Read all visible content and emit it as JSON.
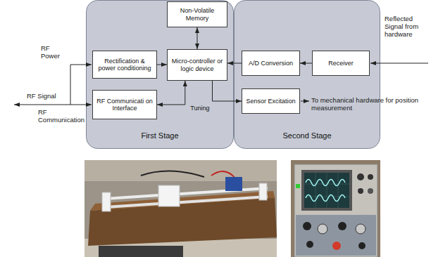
{
  "diagram": {
    "nodes": [
      {
        "text": [
          "First Stage"
        ]
      },
      {
        "text": [
          "Non-Volatile Memory"
        ],
        "in": 0
      },
      {
        "text": [
          "Rectification & power conditioning"
        ],
        "in": 0
      },
      {
        "text": [
          "Micro-controller or logic device"
        ],
        "in": 0
      },
      {
        "text": [
          "RF Communicati on Interface"
        ],
        "in": 0
      },
      {
        "text": [
          "Second Stage"
        ]
      },
      {
        "text": [
          "A/D Conversion"
        ],
        "in": 5
      },
      {
        "text": [
          "Receiver"
        ],
        "in": 5
      },
      {
        "text": [
          "Sensor Excitation"
        ],
        "in": 5
      }
    ],
    "edges": [
      {
        "from": 1,
        "to": 3,
        "arrow": "both"
      },
      {
        "from": 2,
        "to": 3,
        "arrow": "to"
      },
      {
        "from": 3,
        "to": 4,
        "arrow": "both"
      },
      {
        "from": 7,
        "to": 6,
        "arrow": "to"
      },
      {
        "from": 6,
        "to": 3,
        "arrow": "to"
      },
      {
        "from": 3,
        "to": 8,
        "label": "Tuning",
        "arrow": "to"
      }
    ],
    "labels": [
      "RF Power",
      "RF Signal",
      "RF Communication",
      "Reflected Signal from hardware",
      "To mechanical hardware for position measurement"
    ]
  }
}
